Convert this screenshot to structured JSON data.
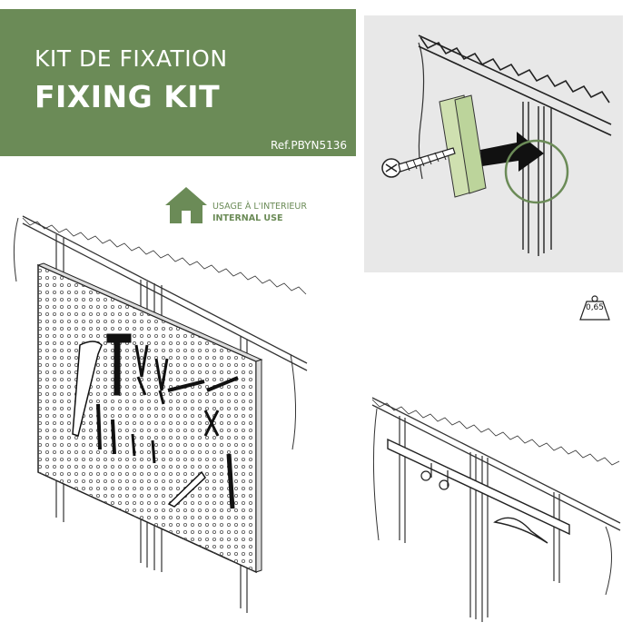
{
  "banner": {
    "title_fr": "KIT DE FIXATION",
    "title_en": "FIXING KIT",
    "reference": "Ref.PBYN5136"
  },
  "usage": {
    "label_fr": "USAGE À L'INTERIEUR",
    "label_en": "INTERNAL USE",
    "icon": "house-icon"
  },
  "weight": {
    "value": "0,65",
    "icon": "weight-icon"
  },
  "colors": {
    "brand_green": "#6b8b57",
    "detail_bg": "#e8e8e8",
    "line": "#333333",
    "screw_plug": "#cfe0b0"
  }
}
